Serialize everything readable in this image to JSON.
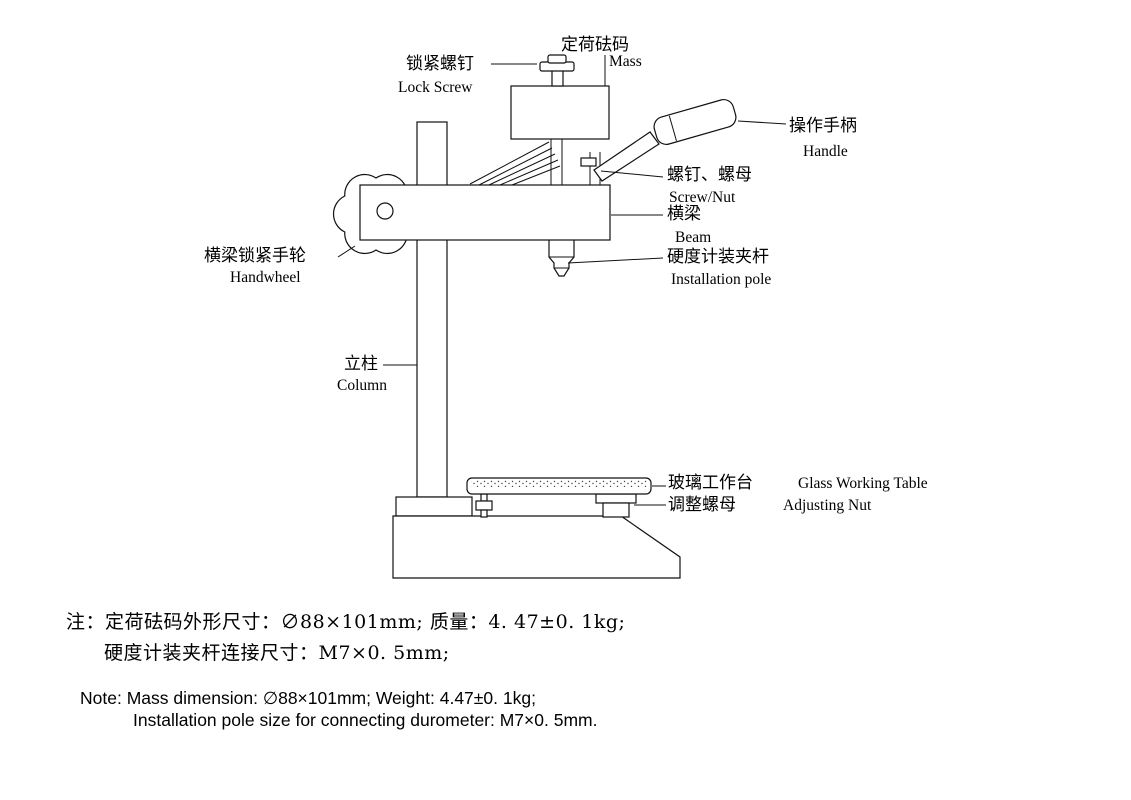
{
  "figure_title": "Durometer test stand part diagram",
  "labels": {
    "mass": {
      "zh": "定荷砝码",
      "en": "Mass"
    },
    "lock_screw": {
      "zh": "锁紧螺钉",
      "en": "Lock Screw"
    },
    "handle": {
      "zh": "操作手柄",
      "en": "Handle"
    },
    "screw_nut": {
      "zh": "螺钉、螺母",
      "en": "Screw/Nut"
    },
    "beam": {
      "zh": "横梁",
      "en": "Beam"
    },
    "installation_pole": {
      "zh": "硬度计装夹杆",
      "en": "Installation pole"
    },
    "handwheel": {
      "zh": "横梁锁紧手轮",
      "en": "Handwheel"
    },
    "column": {
      "zh": "立柱",
      "en": "Column"
    },
    "glass_table": {
      "zh": "玻璃工作台",
      "en": "Glass Working Table"
    },
    "adjusting_nut": {
      "zh": "调整螺母",
      "en": "Adjusting Nut"
    }
  },
  "notes": {
    "zh_line1": "注：定荷砝码外形尺寸：∅88×101mm; 质量：4. 47±0. 1kg;",
    "zh_line2": "硬度计装夹杆连接尺寸：M7×0. 5mm;",
    "en_line1": "Note: Mass dimension: ∅88×101mm; Weight: 4.47±0. 1kg;",
    "en_line2": "Installation pole size for connecting durometer: M7×0. 5mm."
  }
}
